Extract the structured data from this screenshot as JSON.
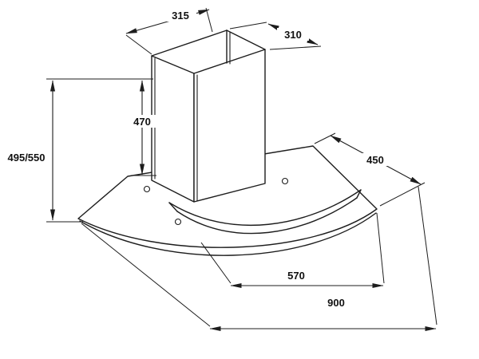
{
  "diagram": {
    "subject": "cooker-hood-dimension-drawing",
    "background": "#ffffff",
    "line_color": "#1d1d1d",
    "dimensions": {
      "chimney_width": "315",
      "chimney_depth": "310",
      "chimney_height": "470",
      "overall_height": "495/550",
      "canopy_depth": "450",
      "inner_glass_width": "570",
      "canopy_width": "900"
    }
  }
}
